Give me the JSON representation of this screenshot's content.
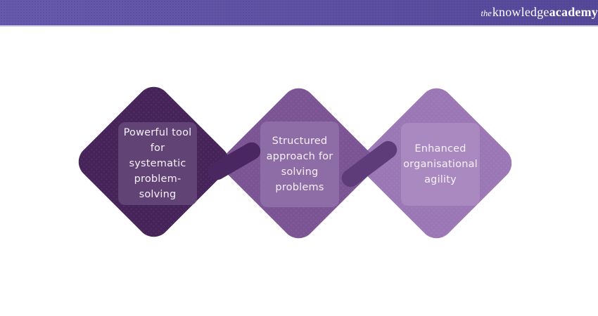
{
  "header": {
    "brand": {
      "the": "the",
      "knowledge": "knowledge",
      "academy": "academy"
    },
    "background_color": "#5b4ca0",
    "border_color": "#cfc9e3",
    "text_color": "#ffffff"
  },
  "diagram": {
    "background_color": "#ffffff",
    "text_color": "#f6f1f9",
    "items": [
      {
        "label": "Powerful tool\nfor systematic\nproblem-\nsolving",
        "diamond_color": "#462459",
        "panel_color": "#614376"
      },
      {
        "label": "Structured\napproach for\nsolving\nproblems",
        "diamond_color": "#7b5494",
        "panel_color": "#8e6ca5"
      },
      {
        "label": "Enhanced\norganisational\nagility",
        "diamond_color": "#9b78b5",
        "panel_color": "#aa89c0"
      }
    ],
    "connectors": [
      {
        "color": "#4a2760"
      },
      {
        "color": "#5e3b79"
      }
    ]
  }
}
